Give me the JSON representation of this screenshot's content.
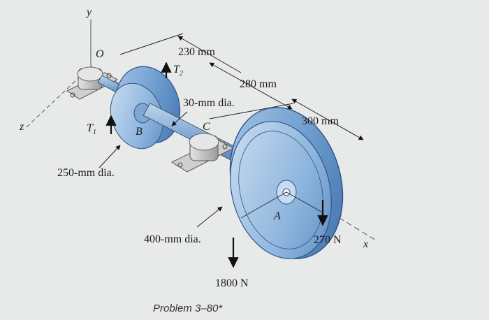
{
  "figure": {
    "axis_y": "y",
    "axis_z": "z",
    "axis_x": "x",
    "origin": "O",
    "point_b": "B",
    "point_c": "C",
    "point_a": "A",
    "tension_1": "T",
    "tension_1_sub": "1",
    "tension_2": "T",
    "tension_2_sub": "2",
    "dim_230": "230 mm",
    "dim_280": "280 mm",
    "dim_300": "300 mm",
    "shaft_dia": "30-mm dia.",
    "pulley_b_dia": "250-mm dia.",
    "pulley_a_dia": "400-mm dia.",
    "force_270": "270 N",
    "force_1800": "1800 N"
  },
  "caption": "Problem 3–80*"
}
